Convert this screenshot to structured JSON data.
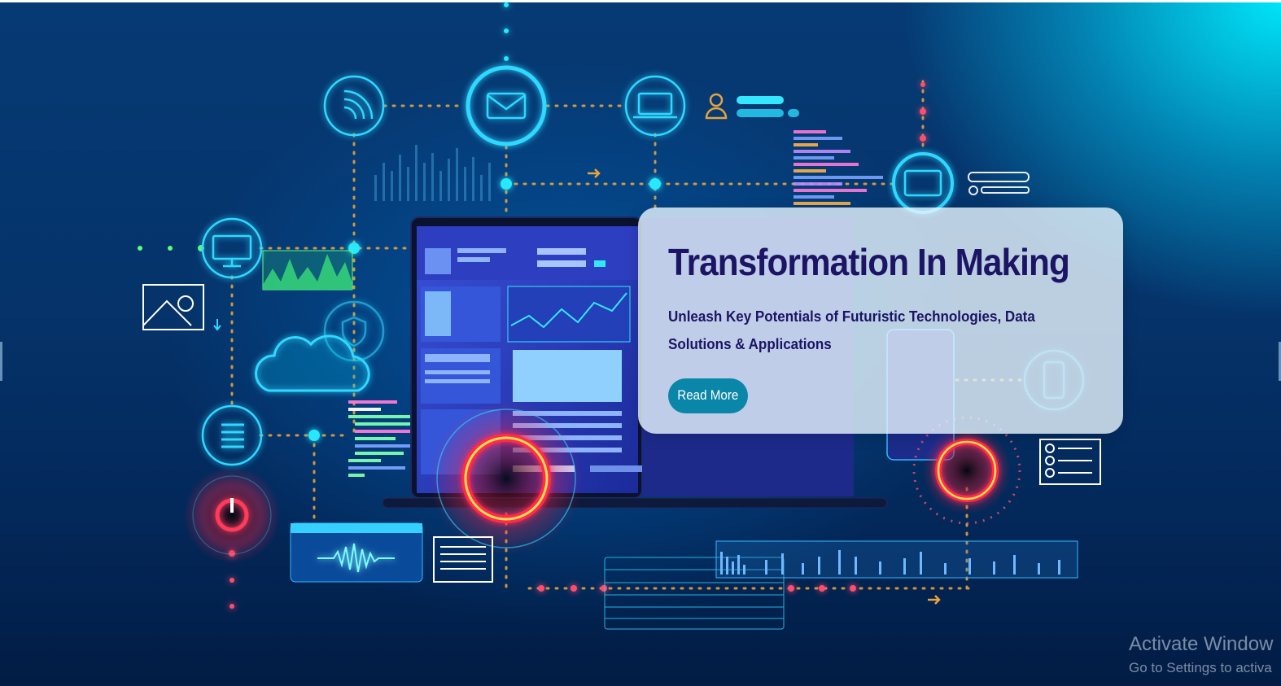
{
  "hero": {
    "title": "Transformation In Making",
    "subtitle": "Unleash Key Potentials of Futuristic Technologies, Data Solutions & Applications",
    "cta_label": "Read More"
  },
  "watermark": {
    "line1": "Activate Window",
    "line2": "Go to Settings to activa"
  },
  "colors": {
    "title_text": "#1c1464",
    "button_bg": "#0a86a8",
    "glow_cyan": "#15e6ff",
    "power_red": "#ff3b5c",
    "accent_orange": "#e8a33a"
  },
  "illustration_icons": [
    "wifi-icon",
    "mail-icon",
    "laptop-icon",
    "user-icon",
    "monitor-icon",
    "image-icon",
    "shield-icon",
    "cloud-icon",
    "list-icon",
    "power-icon",
    "browser-icon",
    "phone-icon",
    "checklist-icon",
    "document-icon",
    "keyboard-icon"
  ]
}
